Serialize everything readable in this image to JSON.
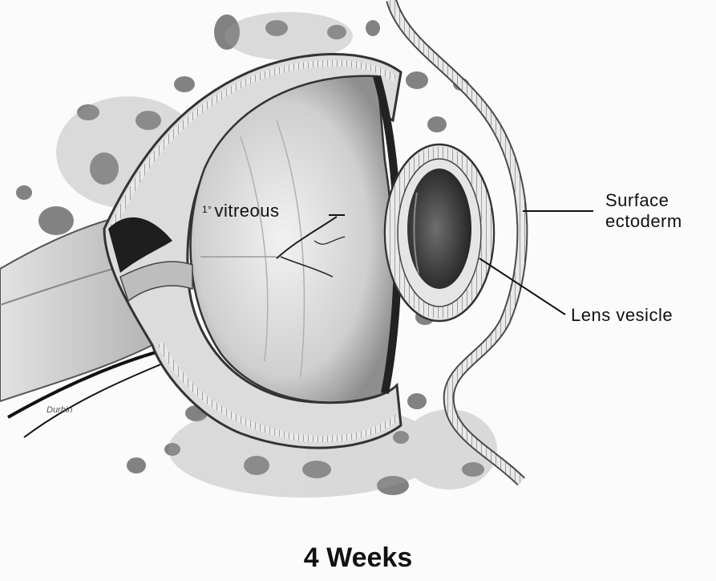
{
  "figure": {
    "title": "4 Weeks",
    "artist_signature": "Durbin",
    "labels": {
      "vitreous_superscript": "1°",
      "vitreous": "vitreous",
      "surface_line1": "Surface",
      "surface_line2": "ectoderm",
      "lens_vesicle": "Lens vesicle"
    }
  },
  "colors": {
    "background": "#fbfbfb",
    "ink": "#111111",
    "tissue_light": "#dedede",
    "tissue_mid": "#9a9a9a",
    "tissue_dark": "#2a2a2a"
  }
}
